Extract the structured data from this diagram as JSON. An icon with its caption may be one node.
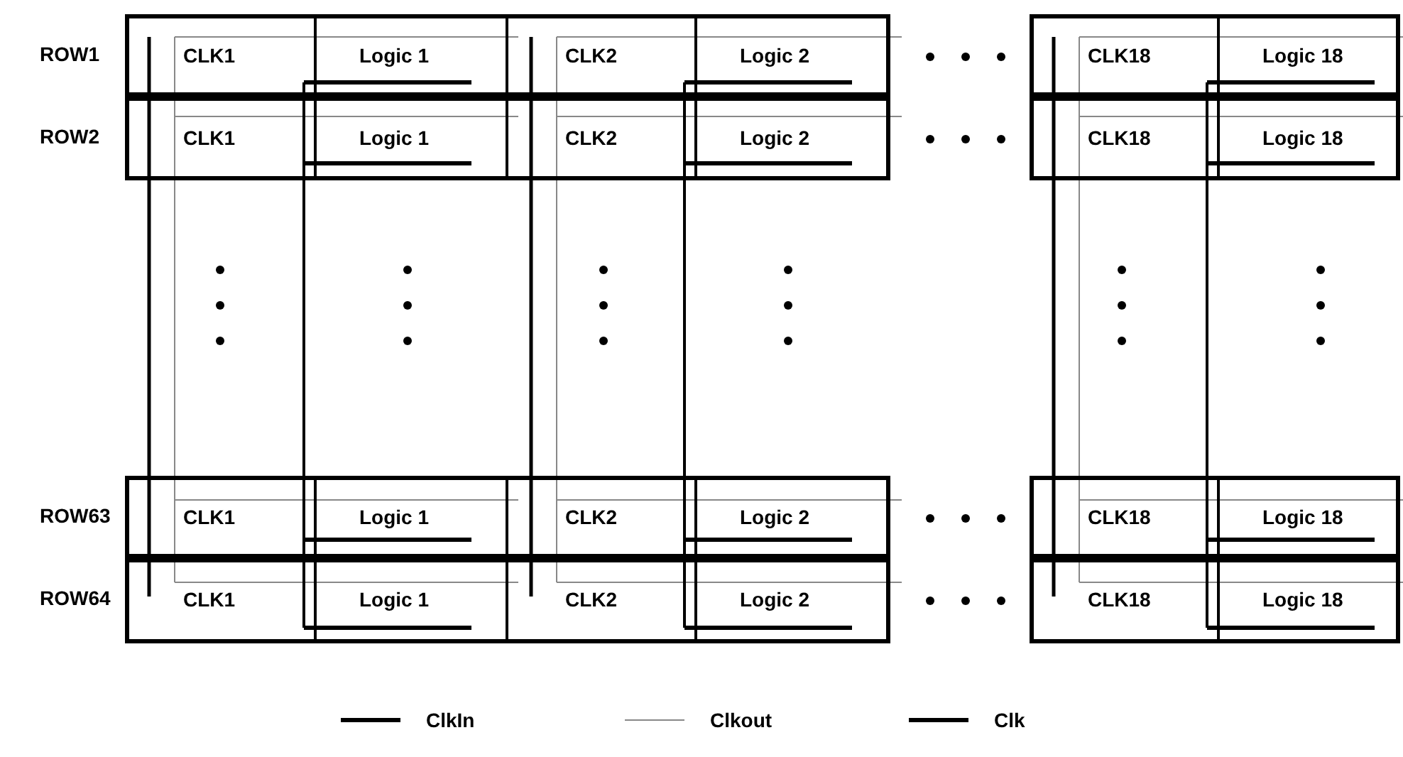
{
  "diagram": {
    "nodes": [
      {
        "text": [
          "CLK1"
        ]
      },
      {
        "text": [
          "Logic 1"
        ]
      },
      {
        "text": [
          "CLK2"
        ]
      },
      {
        "text": [
          "Logic 2"
        ]
      },
      {
        "text": [
          "CLK18"
        ]
      },
      {
        "text": [
          "Logic 18"
        ]
      },
      {
        "text": [
          "CLK1"
        ]
      },
      {
        "text": [
          "Logic 1"
        ]
      },
      {
        "text": [
          "CLK2"
        ]
      },
      {
        "text": [
          "Logic 2"
        ]
      },
      {
        "text": [
          "CLK18"
        ]
      },
      {
        "text": [
          "Logic 18"
        ]
      },
      {
        "text": [
          "CLK1"
        ]
      },
      {
        "text": [
          "Logic 1"
        ]
      },
      {
        "text": [
          "CLK2"
        ]
      },
      {
        "text": [
          "Logic 2"
        ]
      },
      {
        "text": [
          "CLK18"
        ]
      },
      {
        "text": [
          "Logic 18"
        ]
      },
      {
        "text": [
          "CLK1"
        ]
      },
      {
        "text": [
          "Logic 1"
        ]
      },
      {
        "text": [
          "CLK2"
        ]
      },
      {
        "text": [
          "Logic 2"
        ]
      },
      {
        "text": [
          "CLK18"
        ]
      },
      {
        "text": [
          "Logic 18"
        ]
      }
    ],
    "labels": [
      "ROW1",
      "ROW2",
      "ROW63",
      "ROW64"
    ],
    "legend": [
      {
        "text": "ClkIn"
      },
      {
        "text": "Clkout"
      },
      {
        "text": "Clk"
      }
    ]
  }
}
